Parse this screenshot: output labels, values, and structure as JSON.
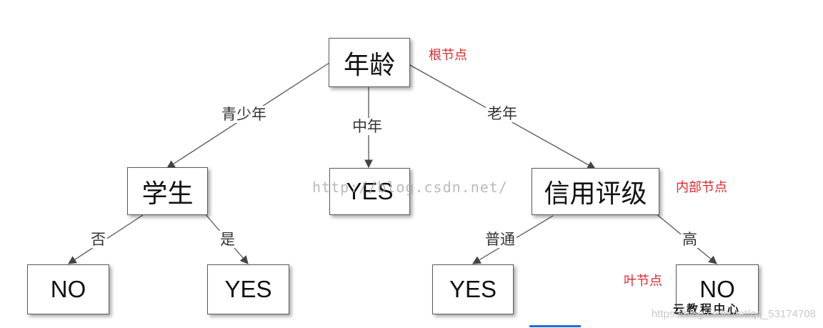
{
  "nodes": {
    "age": "年龄",
    "student": "学生",
    "yes_middle": "YES",
    "credit": "信用评级",
    "no_left": "NO",
    "yes_student": "YES",
    "yes_credit": "YES",
    "no_right": "NO"
  },
  "edges": {
    "youth": "青少年",
    "middle_age": "中年",
    "senior": "老年",
    "no": "否",
    "yes": "是",
    "normal": "普通",
    "high": "高"
  },
  "annotations": {
    "root": "根节点",
    "internal": "内部节点",
    "leaf": "叶节点"
  },
  "watermarks": {
    "middle": "http://blog.csdn.net/",
    "bottom_right": "https://blog.csdn.net/qq_53174708",
    "logo": "云教程中心"
  },
  "colors": {
    "annotation": "#e0262b",
    "line": "#5a5a5a"
  }
}
